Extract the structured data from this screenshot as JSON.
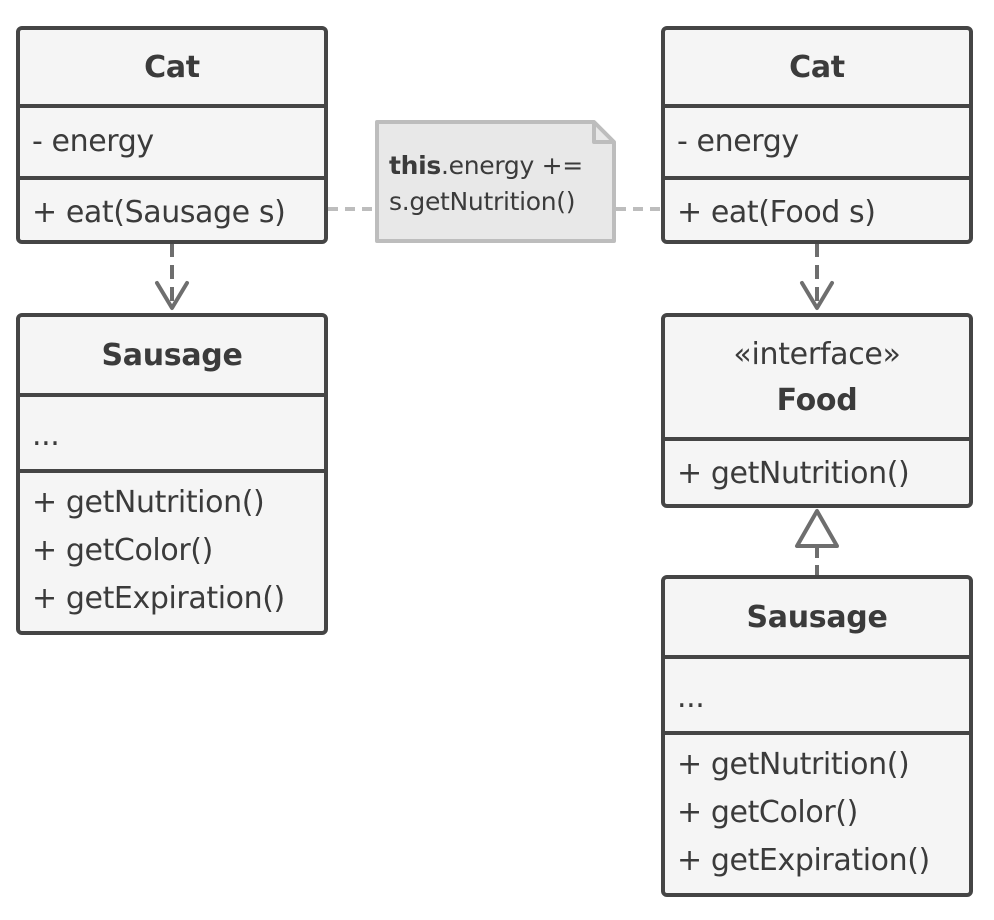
{
  "left": {
    "cat": {
      "name": "Cat",
      "field": "- energy",
      "method": "+ eat(Sausage s)"
    },
    "sausage": {
      "name": "Sausage",
      "field": "...",
      "methods": [
        "+ getNutrition()",
        "+ getColor()",
        "+ getExpiration()"
      ]
    }
  },
  "right": {
    "cat": {
      "name": "Cat",
      "field": "- energy",
      "method": "+ eat(Food s)"
    },
    "food": {
      "stereotype": "«interface»",
      "name": "Food",
      "method": "+ getNutrition()"
    },
    "sausage": {
      "name": "Sausage",
      "field": "...",
      "methods": [
        "+ getNutrition()",
        "+ getColor()",
        "+ getExpiration()"
      ]
    }
  },
  "note": {
    "keyword": "this",
    "line1_rest": ".energy +=",
    "line2": "s.getNutrition()"
  },
  "colors": {
    "border": "#454545",
    "box_fill": "#f5f5f5",
    "note_fill": "#e8e8e8",
    "note_border": "#bdbdbd",
    "arrow": "#6e6e6e"
  }
}
